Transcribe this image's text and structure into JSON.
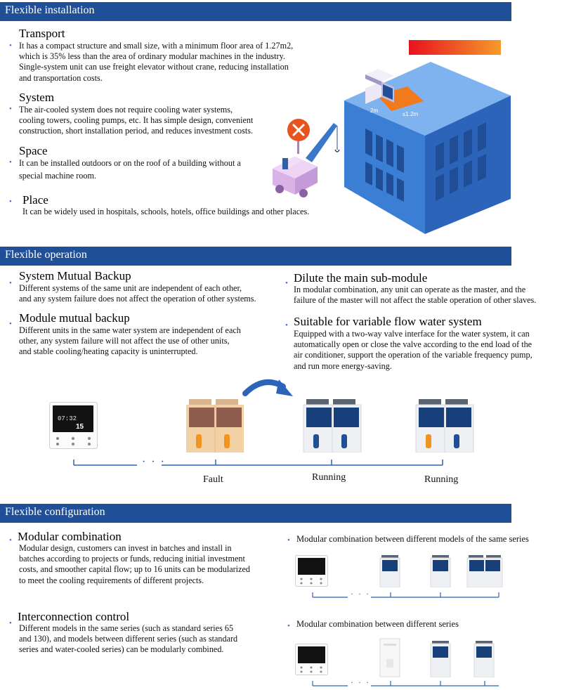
{
  "installation": {
    "title": "Flexible installation",
    "items": [
      {
        "heading": "Transport",
        "lines": [
          "It has a compact structure and small size, with a minimum floor area of 1.27m2,",
          "which is 35% less than the area of ordinary modular machines in the industry.",
          "Single-system unit can use freight elevator without crane, reducing installation",
          " and transportation costs."
        ]
      },
      {
        "heading": "System",
        "lines": [
          "The air-cooled system does not require cooling water systems,",
          "cooling towers, cooling pumps, etc. It has simple design, convenient",
          "construction, short installation period, and reduces investment costs."
        ]
      },
      {
        "heading": "Space",
        "lines": [
          "It can be installed outdoors or on the roof of a building without a",
          "special machine room."
        ]
      },
      {
        "heading": "Place",
        "lines": [
          "It can be widely used in hospitals, schools, hotels, office buildings and other places."
        ]
      }
    ],
    "dims": {
      "width": "2m",
      "depth": "≤1.2m"
    },
    "colors": {
      "building": "#3a7fd4",
      "heat_bar_start": "#e8111e",
      "heat_bar_end": "#f59b2a",
      "crane": "#d9b3e6",
      "no_sign": "#e8541e"
    }
  },
  "operation": {
    "title": "Flexible operation",
    "items": [
      {
        "heading": "System Mutual Backup",
        "lines": [
          "Different systems of the same unit are independent of each other,",
          " and any system failure does not affect the operation of other systems."
        ]
      },
      {
        "heading": "Dilute the main sub-module",
        "lines": [
          "In modular combination, any unit can operate as the master, and the",
          "failure of the master will not affect the stable operation of other slaves."
        ]
      },
      {
        "heading": "Module mutual backup",
        "lines": [
          "Different units in the same water system are independent of each",
          " other, any system failure will not affect the use of other units,",
          "and stable cooling/heating capacity is uninterrupted."
        ]
      },
      {
        "heading": "Suitable for variable flow water system",
        "lines": [
          "Equipped with a two-way valve interface for the water system, it can",
          "automatically open or close the valve according to the end load of the",
          "air conditioner, support the operation of the variable frequency pump,",
          "and run more energy-saving."
        ]
      }
    ],
    "controller": {
      "time": "07:32",
      "temp": "15"
    },
    "ellipsis": "· · ·",
    "states": [
      "Fault",
      "Running",
      "Running"
    ]
  },
  "configuration": {
    "title": "Flexible configuration",
    "items": [
      {
        "heading": "Modular combination",
        "lines": [
          "Modular design, customers can invest in batches and install in",
          "batches according to projects or funds, reducing initial investment",
          " costs, and smoother capital flow; up to 16 units can be modularized",
          " to meet the cooling requirements of different projects."
        ]
      },
      {
        "heading": "Interconnection control",
        "lines": [
          "Different models in the same series (such as standard series 65",
          " and 130), and models between different series (such as standard",
          "series and water-cooled series) can be modularly combined."
        ]
      }
    ],
    "same_series_label": "Modular combination between different models of the same series",
    "diff_series_label": "Modular combination between different series",
    "ellipsis": "· · ·"
  }
}
